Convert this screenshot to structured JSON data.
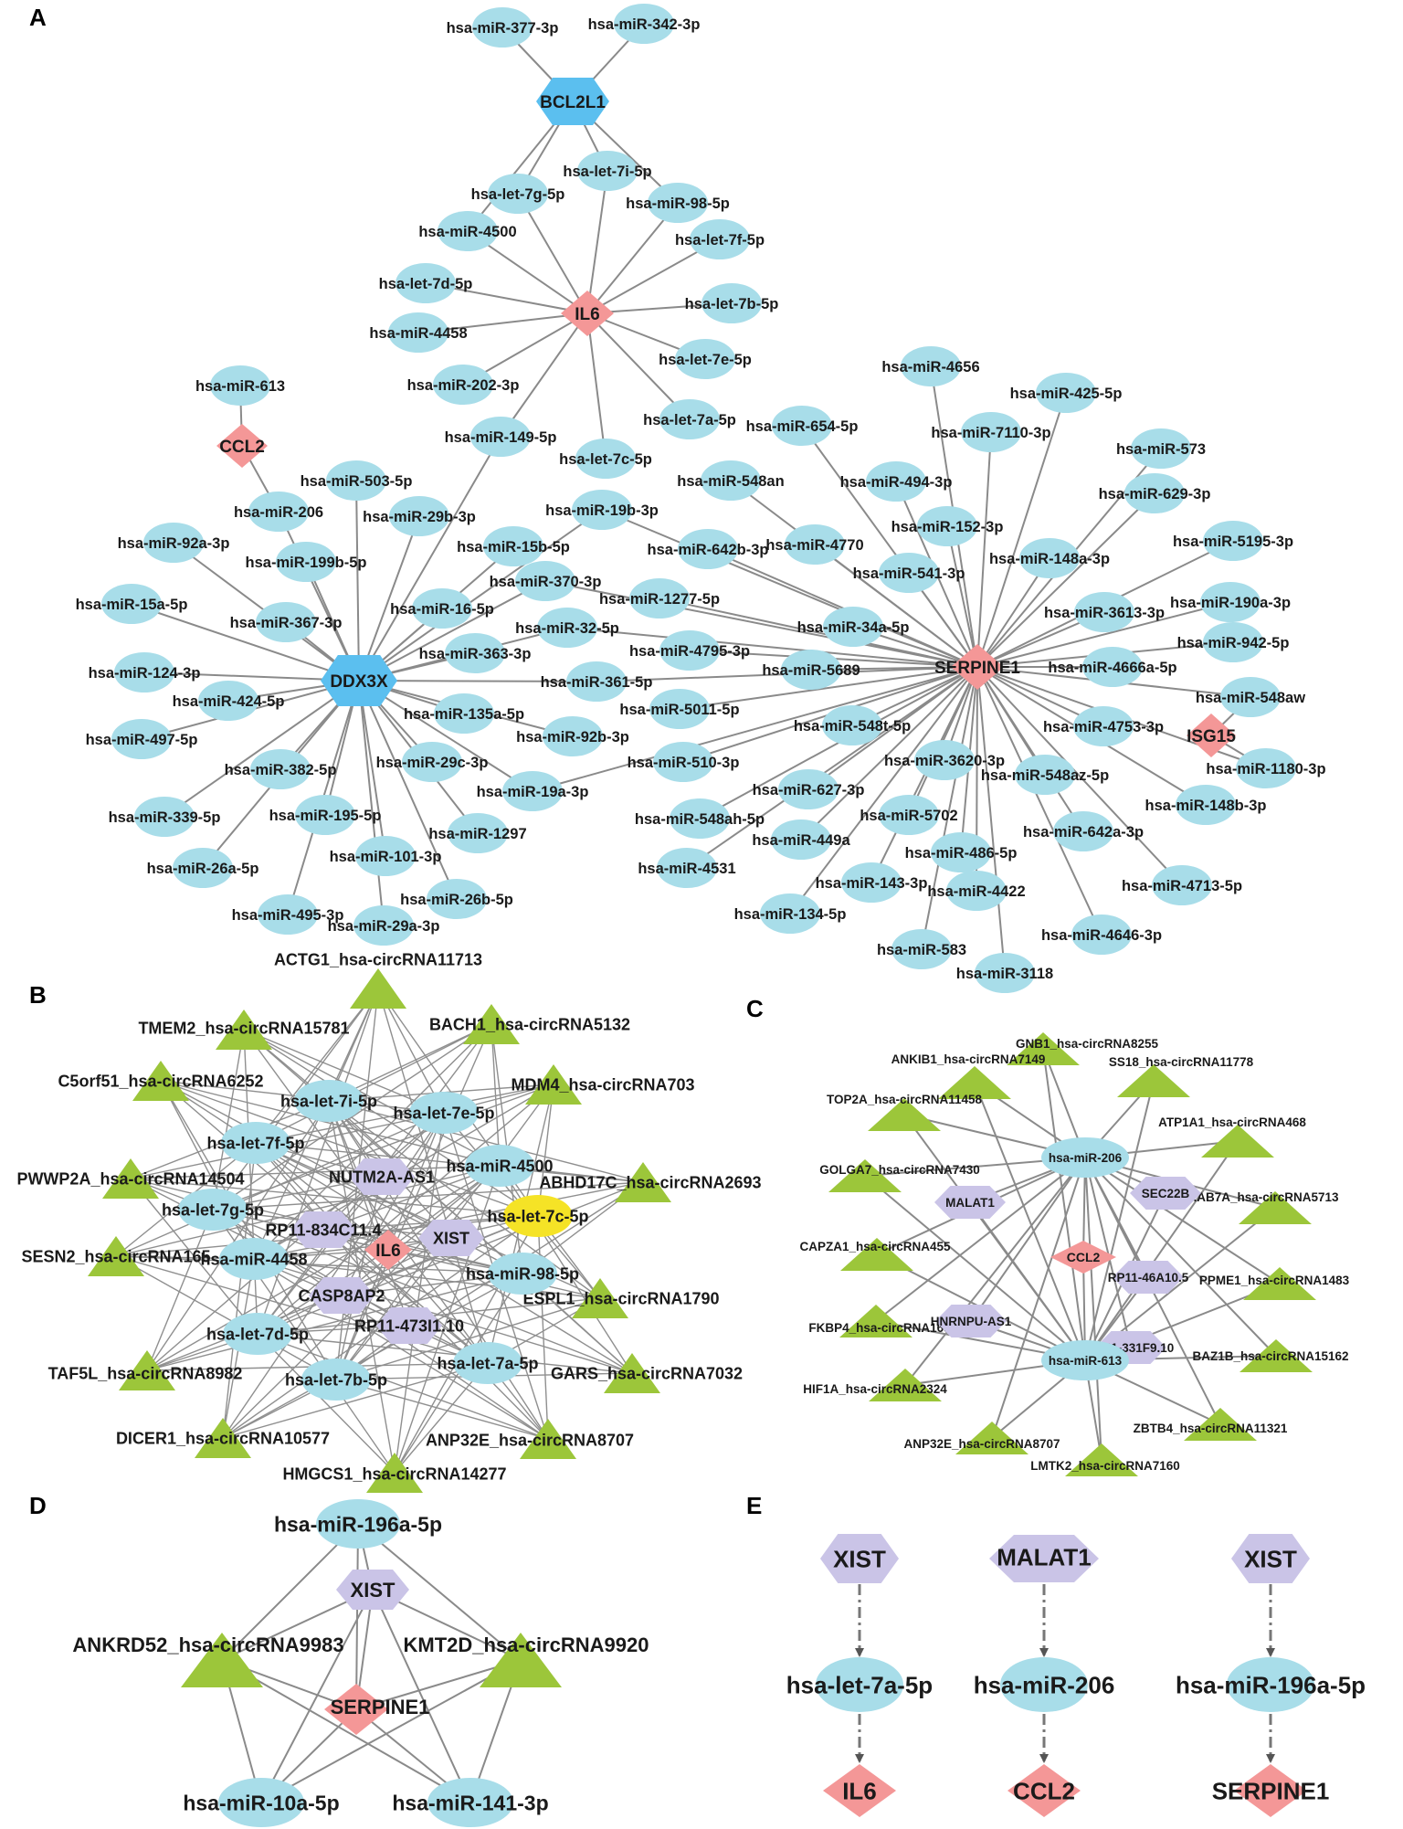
{
  "colors": {
    "mirna": "#a8dde9",
    "mrna": "#f49797",
    "hub": "#5bbfef",
    "circrna": "#9cc63a",
    "lncrna": "#cac4e7",
    "highlight": "#f5e326",
    "edge": "#8a8a8a"
  },
  "icons": {
    "mirna": "ellipse-node",
    "mrna": "diamond-node",
    "hub": "hexagon-node",
    "circrna": "triangle-node",
    "lncrna": "hexagon-node",
    "arrow": "dashed-arrow"
  },
  "panels": {
    "A": {
      "letter": "A",
      "hubs": {
        "BCL2L1": [
          "hsa-miR-377-3p",
          "hsa-miR-342-3p",
          "hsa-let-7i-5p",
          "hsa-let-7g-5p",
          "hsa-miR-98-5p",
          "hsa-miR-4500"
        ],
        "IL6": [
          "hsa-let-7i-5p",
          "hsa-let-7g-5p",
          "hsa-miR-98-5p",
          "hsa-miR-4500",
          "hsa-let-7f-5p",
          "hsa-let-7d-5p",
          "hsa-let-7b-5p",
          "hsa-miR-4458",
          "hsa-let-7e-5p",
          "hsa-miR-202-3p",
          "hsa-let-7a-5p",
          "hsa-miR-149-5p",
          "hsa-let-7c-5p"
        ],
        "CCL2": [
          "hsa-miR-613",
          "hsa-miR-206"
        ],
        "DDX3X": [
          "hsa-miR-206",
          "hsa-miR-92a-3p",
          "hsa-miR-199b-5p",
          "hsa-miR-15a-5p",
          "hsa-miR-367-3p",
          "hsa-miR-124-3p",
          "hsa-miR-424-5p",
          "hsa-miR-497-5p",
          "hsa-miR-382-5p",
          "hsa-miR-339-5p",
          "hsa-miR-195-5p",
          "hsa-miR-26a-5p",
          "hsa-miR-101-3p",
          "hsa-miR-495-3p",
          "hsa-miR-29a-3p",
          "hsa-miR-26b-5p",
          "hsa-miR-1297",
          "hsa-miR-19a-3p",
          "hsa-miR-29c-3p",
          "hsa-miR-92b-3p",
          "hsa-miR-135a-5p",
          "hsa-miR-361-5p",
          "hsa-miR-363-3p",
          "hsa-miR-32-5p",
          "hsa-miR-370-3p",
          "hsa-miR-16-5p",
          "hsa-miR-15b-5p",
          "hsa-miR-19b-3p",
          "hsa-miR-29b-3p",
          "hsa-miR-503-5p",
          "hsa-miR-149-5p"
        ],
        "SERPINE1": [
          "hsa-miR-4656",
          "hsa-miR-425-5p",
          "hsa-miR-654-5p",
          "hsa-miR-7110-3p",
          "hsa-miR-573",
          "hsa-miR-548an",
          "hsa-miR-494-3p",
          "hsa-miR-629-3p",
          "hsa-miR-152-3p",
          "hsa-miR-19b-3p",
          "hsa-miR-642b-3p",
          "hsa-miR-4770",
          "hsa-miR-5195-3p",
          "hsa-miR-148a-3p",
          "hsa-miR-541-3p",
          "hsa-miR-3613-3p",
          "hsa-miR-190a-3p",
          "hsa-miR-1277-5p",
          "hsa-miR-34a-5p",
          "hsa-miR-942-5p",
          "hsa-miR-4795-3p",
          "hsa-miR-5689",
          "hsa-miR-4666a-5p",
          "hsa-miR-548aw",
          "hsa-miR-5011-5p",
          "hsa-miR-548t-5p",
          "hsa-miR-4753-3p",
          "hsa-miR-1180-3p",
          "hsa-miR-510-3p",
          "hsa-miR-3620-3p",
          "hsa-miR-548az-5p",
          "hsa-miR-148b-3p",
          "hsa-miR-627-3p",
          "hsa-miR-548ah-5p",
          "hsa-miR-5702",
          "hsa-miR-642a-3p",
          "hsa-miR-449a",
          "hsa-miR-4531",
          "hsa-miR-486-5p",
          "hsa-miR-143-3p",
          "hsa-miR-4713-5p",
          "hsa-miR-4422",
          "hsa-miR-134-5p",
          "hsa-miR-4646-3p",
          "hsa-miR-583",
          "hsa-miR-3118",
          "hsa-miR-370-3p",
          "hsa-miR-32-5p",
          "hsa-miR-361-5p",
          "hsa-miR-19a-3p"
        ],
        "ISG15": [
          "hsa-miR-548aw",
          "hsa-miR-1180-3p"
        ]
      }
    },
    "B": {
      "letter": "B",
      "circrnas": [
        "ACTG1_hsa-circRNA11713",
        "TMEM2_hsa-circRNA15781",
        "BACH1_hsa-circRNA5132",
        "C5orf51_hsa-circRNA6252",
        "MDM4_hsa-circRNA703",
        "PWWP2A_hsa-circRNA14504",
        "ABHD17C_hsa-circRNA2693",
        "SESN2_hsa-circRNA165",
        "ESPL1_hsa-circRNA1790",
        "TAF5L_hsa-circRNA8982",
        "GARS_hsa-circRNA7032",
        "DICER1_hsa-circRNA10577",
        "ANP32E_hsa-circRNA8707",
        "HMGCS1_hsa-circRNA14277"
      ],
      "mirnas": [
        "hsa-let-7i-5p",
        "hsa-let-7e-5p",
        "hsa-let-7f-5p",
        "hsa-miR-4500",
        "hsa-let-7g-5p",
        "hsa-let-7c-5p",
        "hsa-miR-4458",
        "hsa-miR-98-5p",
        "hsa-let-7d-5p",
        "hsa-let-7a-5p",
        "hsa-let-7b-5p"
      ],
      "lncrnas": [
        "NUTM2A-AS1",
        "RP11-834C11.4",
        "XIST",
        "CASP8AP2",
        "RP11-473I1.10"
      ],
      "mrna": "IL6",
      "highlight": "hsa-let-7c-5p"
    },
    "C": {
      "letter": "C",
      "circrnas": [
        "GNB1_hsa-circRNA8255",
        "ANKIB1_hsa-circRNA7149",
        "SS18_hsa-circRNA11778",
        "TOP2A_hsa-circRNA11458",
        "ATP1A1_hsa-circRNA468",
        "GOLGA7_hsa-circRNA7430",
        "RAB7A_hsa-circRNA5713",
        "CAPZA1_hsa-circRNA455",
        "PPME1_hsa-circRNA1483",
        "FKBP4_hsa-circRNA1635",
        "BAZ1B_hsa-circRNA15162",
        "HIF1A_hsa-circRNA2324",
        "ZBTB4_hsa-circRNA11321",
        "ANP32E_hsa-circRNA8707",
        "LMTK2_hsa-circRNA7160"
      ],
      "fkbp4_label": "FKBP4_hsa-circRNA163",
      "mirnas": [
        "hsa-miR-206",
        "hsa-miR-613"
      ],
      "lncrnas": [
        "MALAT1",
        "SEC22B",
        "RP11-46A10.5",
        "HNRNPU-AS1",
        "RP11-331F9.10"
      ],
      "mrna": "CCL2"
    },
    "D": {
      "letter": "D",
      "mirnas": [
        "hsa-miR-196a-5p",
        "hsa-miR-10a-5p",
        "hsa-miR-141-3p"
      ],
      "lncrna": "XIST",
      "circrnas": [
        "ANKRD52_hsa-circRNA9983",
        "KMT2D_hsa-circRNA9920"
      ],
      "mrna": "SERPINE1"
    },
    "E": {
      "letter": "E",
      "axes": [
        {
          "lncrna": "XIST",
          "mirna": "hsa-let-7a-5p",
          "mrna": "IL6"
        },
        {
          "lncrna": "MALAT1",
          "mirna": "hsa-miR-206",
          "mrna": "CCL2"
        },
        {
          "lncrna": "XIST",
          "mirna": "hsa-miR-196a-5p",
          "mrna": "SERPINE1"
        }
      ]
    }
  }
}
